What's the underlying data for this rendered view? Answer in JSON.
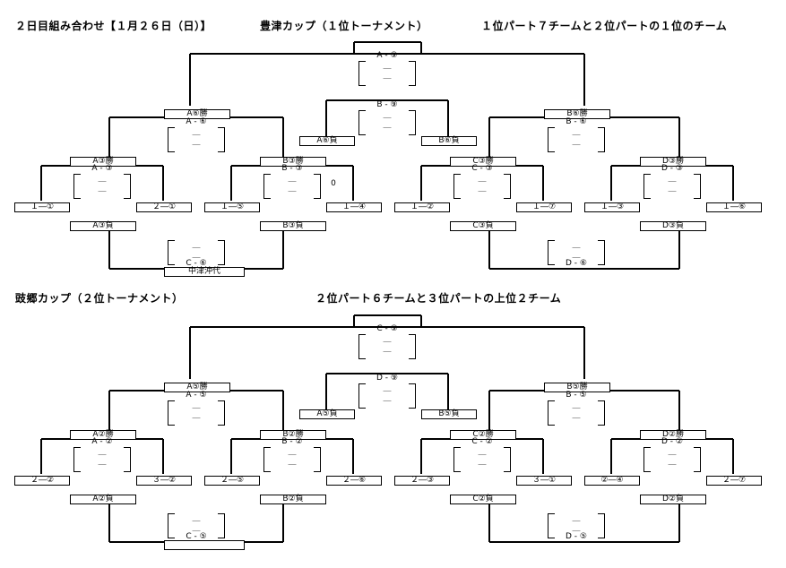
{
  "headers": {
    "day_title": "２日目組み合わせ【１月２６日（日）】",
    "cup1_title": "豊津カップ（１位トーナメント）",
    "cup1_desc": "１位パート７チームと２位パートの１位のチーム",
    "cup2_title": "豉郷カップ（２位トーナメント）",
    "cup2_desc": "２位パート６チームと３位パートの上位２チーム"
  },
  "brackets": [
    {
      "name": "cup1",
      "final": "A - ⑨",
      "semi": "B - ⑨",
      "semi_left": "A⑥負",
      "semi_right": "B⑥負",
      "qf_left_winner": "A⑥勝",
      "qf_left_match": "A - ⑥",
      "qf_right_winner": "B⑥勝",
      "qf_right_match": "B - ⑥",
      "r1": [
        {
          "winner": "A③勝",
          "match": "A - ③",
          "left": "１―①",
          "right": "２―①",
          "loser": "A③負"
        },
        {
          "winner": "B③勝",
          "match": "B - ③",
          "left": "１―⑤",
          "right": "１―④",
          "loser": "B③負"
        },
        {
          "winner": "C③勝",
          "match": "C - ③",
          "left": "１―②",
          "right": "１―⑦",
          "loser": "C③負"
        },
        {
          "winner": "D③勝",
          "match": "D - ③",
          "left": "１―③",
          "right": "１―⑥",
          "loser": "D③負"
        }
      ],
      "cons_left_match": "C - ⑥",
      "cons_left_result": "中津沖代",
      "cons_right_match": "D - ⑥",
      "note": "0"
    },
    {
      "name": "cup2",
      "final": "C - ⑨",
      "semi": "D - ⑨",
      "semi_left": "A⑤負",
      "semi_right": "B⑤負",
      "qf_left_winner": "A⑤勝",
      "qf_left_match": "A - ⑤",
      "qf_right_winner": "B⑤勝",
      "qf_right_match": "B - ⑤",
      "r1": [
        {
          "winner": "A②勝",
          "match": "A - ②",
          "left": "２―②",
          "right": "３―②",
          "loser": "A②負"
        },
        {
          "winner": "B②勝",
          "match": "B - ②",
          "left": "２―⑤",
          "right": "２―⑥",
          "loser": "B②負"
        },
        {
          "winner": "C②勝",
          "match": "C - ②",
          "left": "２―③",
          "right": "３―①",
          "loser": "C②負"
        },
        {
          "winner": "D②勝",
          "match": "D - ②",
          "left": "②―④",
          "right": "２―⑦",
          "loser": "D②負"
        }
      ],
      "cons_left_match": "C - ⑤",
      "cons_left_result": "",
      "cons_right_match": "D - ⑤",
      "note": ""
    }
  ],
  "score_dash": "＿"
}
